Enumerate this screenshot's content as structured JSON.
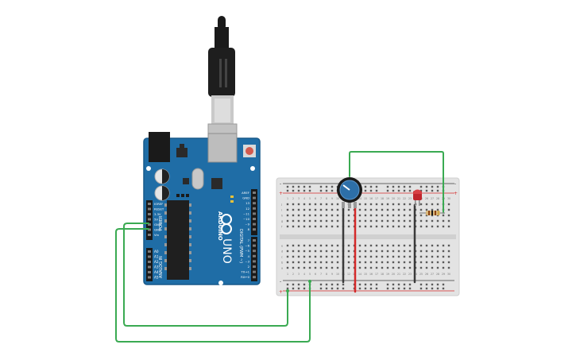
{
  "board": {
    "name": "UNO",
    "brand": "ARDUINO",
    "power_header_title": "POWER",
    "analog_header_title": "ANALOG IN",
    "digital_header_title": "DIGITAL (PWM ~)",
    "power_pins": [
      "IOREF",
      "RESET",
      "3.3V",
      "5V",
      "GND",
      "GND",
      "Vin"
    ],
    "analog_pins": [
      "A0",
      "A1",
      "A2",
      "A3",
      "A4",
      "A5"
    ],
    "digital_top_pins": [
      "AREF",
      "GND",
      "13",
      "12",
      "~11",
      "~10",
      "~9",
      "8"
    ],
    "digital_bottom_pins": [
      "7",
      "~6",
      "~5",
      "4",
      "~3",
      "2",
      "TX→1",
      "RX←0"
    ],
    "tx_label": "TX",
    "rx_label": "RX",
    "l_label": "L",
    "on_label": "ON"
  },
  "breadboard": {
    "rail_minus": "-",
    "rail_plus": "+",
    "row_letters_top": [
      "j",
      "i",
      "h",
      "g",
      "f"
    ],
    "row_letters_bottom": [
      "e",
      "d",
      "c",
      "b",
      "a"
    ],
    "column_numbers": [
      "1",
      "2",
      "3",
      "4",
      "5",
      "6",
      "7",
      "8",
      "9",
      "10",
      "11",
      "12",
      "13",
      "14",
      "15",
      "16",
      "17",
      "18",
      "19",
      "20",
      "21",
      "22",
      "23",
      "24",
      "25",
      "26",
      "27",
      "28",
      "29",
      "30"
    ]
  },
  "colors": {
    "board": "#1f6da6",
    "board_edge": "#195a8a",
    "wire_green": "#3aaa52",
    "wire_red": "#d42a2a",
    "wire_black": "#3a3a3a",
    "breadboard": "#e3e3e3",
    "led": "#c0262d",
    "pot_knob": "#2d6fa8"
  }
}
